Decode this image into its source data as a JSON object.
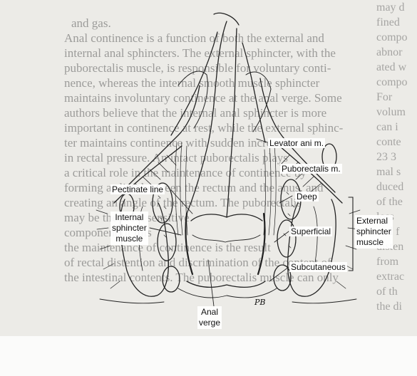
{
  "background_text": {
    "top_fragment": "and gas.",
    "lines": [
      "Anal continence is a function of both the external and",
      "internal anal sphincters. The external sphincter, with the",
      "puborectalis muscle, is responsible for voluntary conti-",
      "nence, whereas the internal smooth muscle sphincter",
      "maintains involuntary continence at the anal verge. Some",
      "authors believe that the internal anal sphincter is more",
      "important in continence at rest, while the external sphinc-",
      "ter maintains continence with sudden increases",
      "in rectal pressure. An intact puborectalis plays",
      "a critical role in the maintenance of continence by",
      "forming a sling between the rectum and the anus, and",
      "creating an angle of the rectum. The puborectalis",
      "may be the most sensitive",
      "component of this",
      "the maintenance of continence is the result",
      "of rectal distention and discrimination of the content of",
      "the intestinal contents. The puborectalis muscle can only"
    ],
    "right_column": [
      "may d",
      "fined",
      "compo",
      "abnor",
      "ated w",
      "compo",
      "For",
      "volum",
      "can i",
      "conte",
      "23 3",
      "mal s",
      "duced",
      "of the",
      "loss",
      "and f",
      "disten",
      "from",
      "extrac",
      "of th",
      "the di"
    ],
    "left_column": [
      "",
      "",
      "",
      "",
      "",
      "",
      "",
      "",
      "",
      "",
      "",
      "",
      ""
    ]
  },
  "labels": {
    "levator": "Levator ani m.",
    "puborectalis": "Puborectalis m.",
    "pectinate": "Pectinate line",
    "internal_sphincter": [
      "Internal",
      "sphincter",
      "muscle"
    ],
    "deep": "Deep",
    "superficial": "Superficial",
    "subcutaneous": "Subcutaneous",
    "external_sphincter": [
      "External",
      "sphincter",
      "muscle"
    ],
    "anal_verge": [
      "Anal",
      "verge"
    ],
    "signature": "PB"
  }
}
